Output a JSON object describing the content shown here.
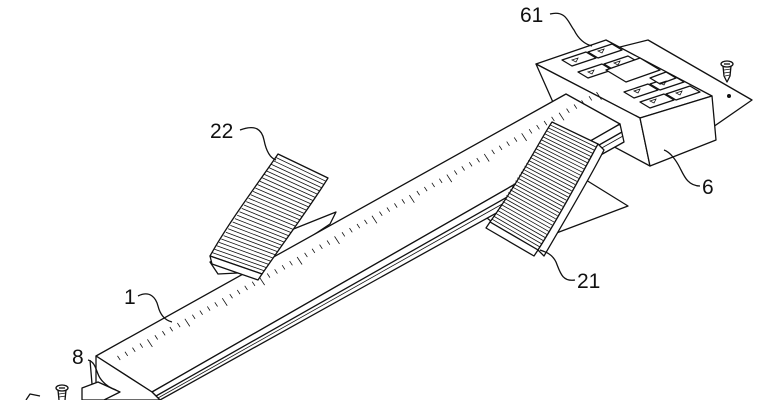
{
  "labels": {
    "display_box": "61",
    "left_pedal": "22",
    "right_pedal": "21",
    "rail": "1",
    "control_box": "6",
    "end_block": "8"
  },
  "colors": {
    "line": "#111111",
    "background": "#ffffff"
  },
  "icons": [
    "screw-icon"
  ]
}
